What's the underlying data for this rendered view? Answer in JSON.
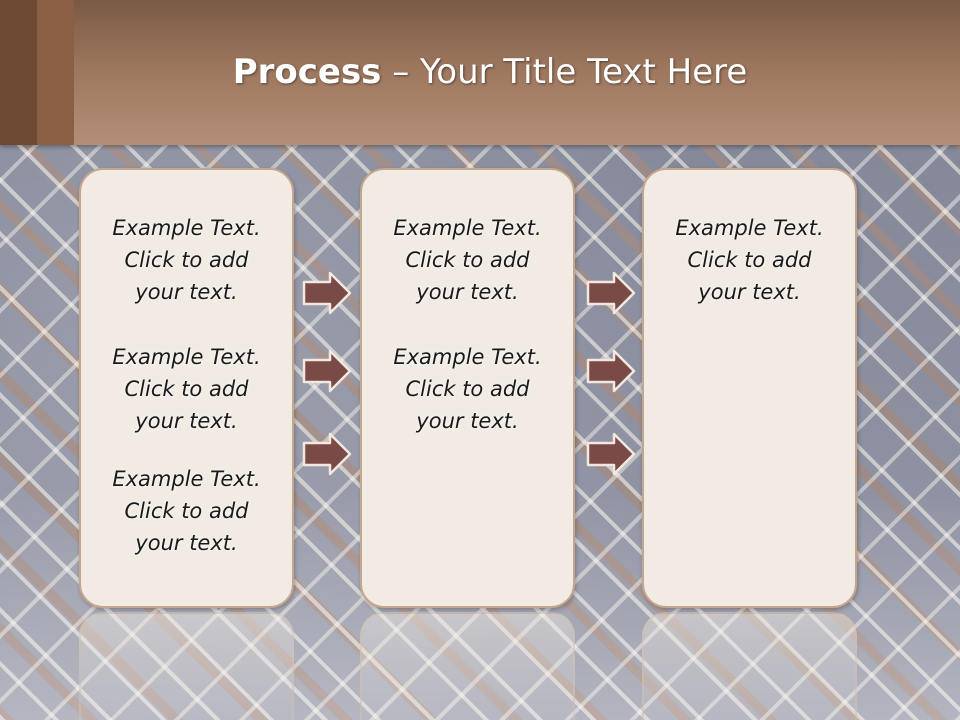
{
  "title": {
    "bold": "Process",
    "rest": " – Your Title Text Here"
  },
  "columns": [
    {
      "blocks": [
        {
          "line1": "Example Text.",
          "line2": "Click  to add",
          "line3": "your text."
        },
        {
          "line1": "Example Text.",
          "line2": "Click  to add",
          "line3": "your text."
        },
        {
          "line1": "Example Text.",
          "line2": "Click  to add",
          "line3": "your text."
        }
      ]
    },
    {
      "blocks": [
        {
          "line1": "Example Text.",
          "line2": "Click  to add",
          "line3": "your text."
        },
        {
          "line1": "Example Text.",
          "line2": "Click  to add",
          "line3": "your text."
        }
      ]
    },
    {
      "blocks": [
        {
          "line1": "Example Text.",
          "line2": "Click  to add",
          "line3": "your text."
        }
      ]
    }
  ],
  "colors": {
    "header": "#9b755c",
    "box_fill": "#f1ebe4",
    "box_border": "#c4a58e",
    "arrow_fill": "#7a4a47",
    "title_text": "#ffffff"
  },
  "icons": [
    "arrow-right-icon"
  ]
}
